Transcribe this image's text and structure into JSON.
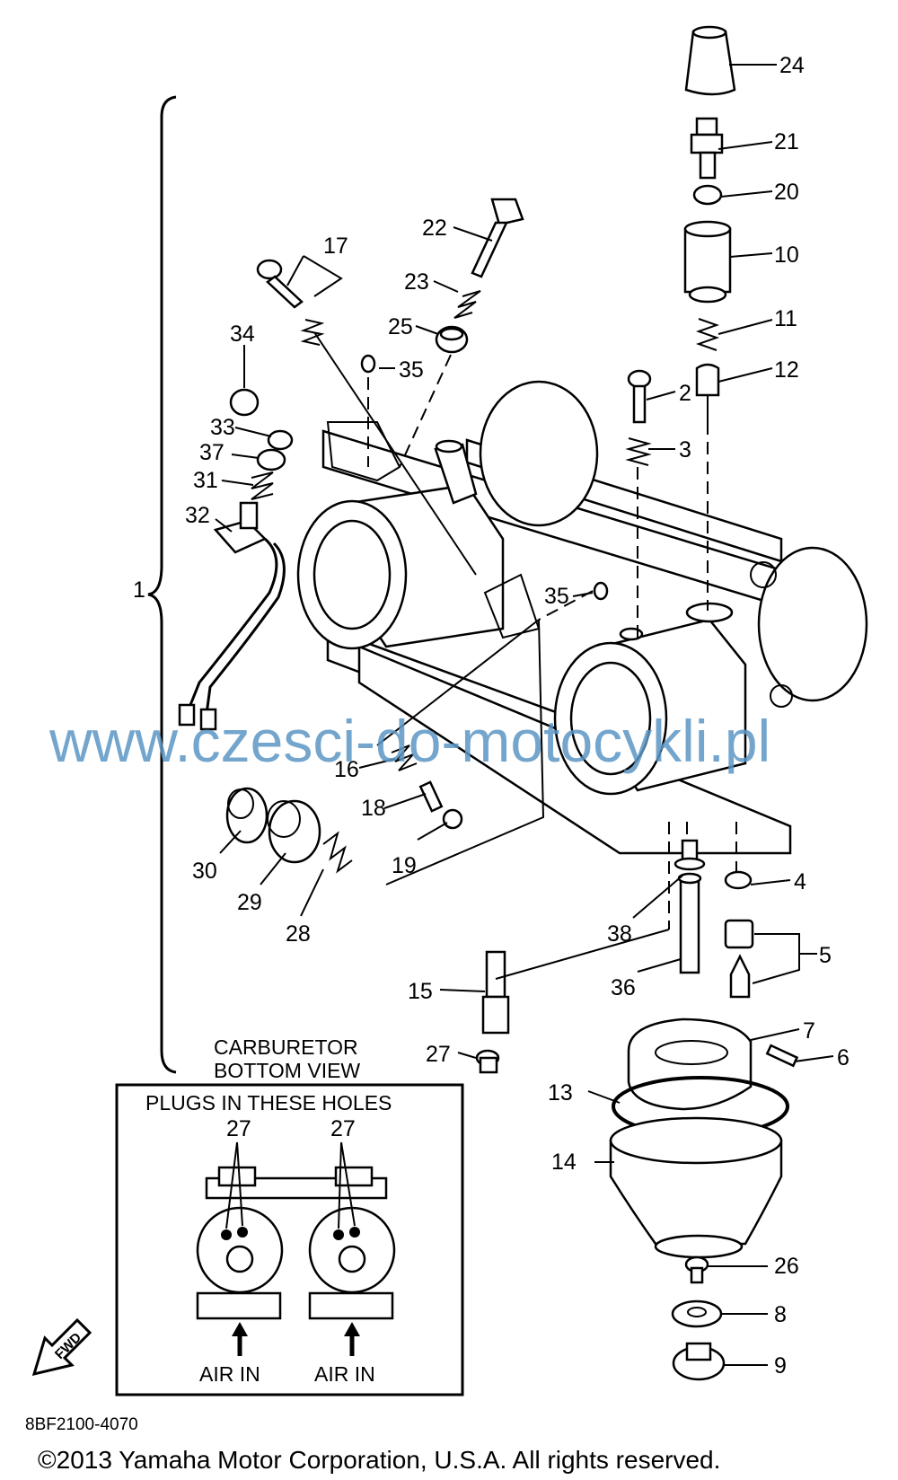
{
  "callouts": [
    "24",
    "21",
    "20",
    "22",
    "17",
    "10",
    "23",
    "11",
    "25",
    "34",
    "35",
    "12",
    "2",
    "33",
    "3",
    "37",
    "31",
    "32",
    "1",
    "35",
    "16",
    "18",
    "30",
    "19",
    "29",
    "28",
    "4",
    "38",
    "5",
    "36",
    "15",
    "7",
    "27",
    "6",
    "13",
    "14",
    "26",
    "8",
    "9"
  ],
  "inset": {
    "title_line1": "CARBURETOR",
    "title_line2": "BOTTOM VIEW",
    "box_title": "PLUGS IN THESE HOLES",
    "plug_label": "27",
    "air_in": "AIR IN"
  },
  "fwd_label": "FWD",
  "watermark": "www.czesci-do-motocykli.pl",
  "diagram_code": "8BF2100-4070",
  "copyright": "©2013 Yamaha Motor Corporation, U.S.A. All rights reserved."
}
